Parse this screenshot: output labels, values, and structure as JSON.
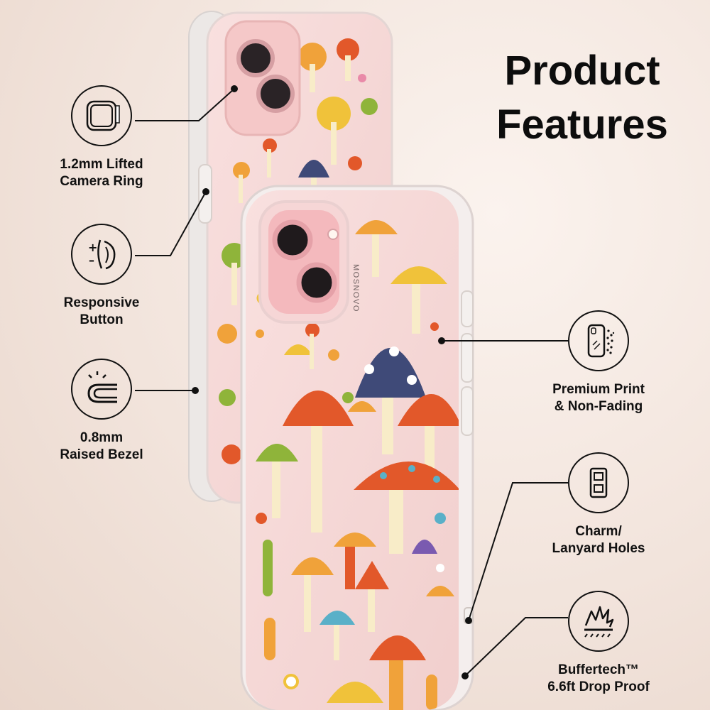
{
  "title": {
    "line1": "Product",
    "line2": "Features"
  },
  "brand": {
    "case_print": "MOSNOVO"
  },
  "features": [
    {
      "id": "camera-ring",
      "line1": "1.2mm Lifted",
      "line2": "Camera Ring",
      "icon": "camera-ring-icon"
    },
    {
      "id": "responsive-button",
      "line1": "Responsive",
      "line2": "Button",
      "icon": "button-press-icon"
    },
    {
      "id": "raised-bezel",
      "line1": "0.8mm",
      "line2": "Raised Bezel",
      "icon": "raised-bezel-icon"
    },
    {
      "id": "premium-print",
      "line1": "Premium Print",
      "line2": "& Non-Fading",
      "icon": "phone-print-icon"
    },
    {
      "id": "lanyard-holes",
      "line1": "Charm/",
      "line2": "Lanyard Holes",
      "icon": "lanyard-hole-icon"
    },
    {
      "id": "drop-proof",
      "line1": "Buffertech™",
      "line2": "6.6ft Drop Proof",
      "icon": "shock-impact-icon"
    }
  ],
  "colors": {
    "background": "#f2e4dc",
    "case_pink": "#f3cfd0",
    "mushroom_red": "#e2582a",
    "mushroom_orange": "#f0a23a",
    "mushroom_navy": "#3f4a78",
    "mushroom_green": "#8fb43a",
    "mushroom_cream": "#f8ecc8"
  }
}
